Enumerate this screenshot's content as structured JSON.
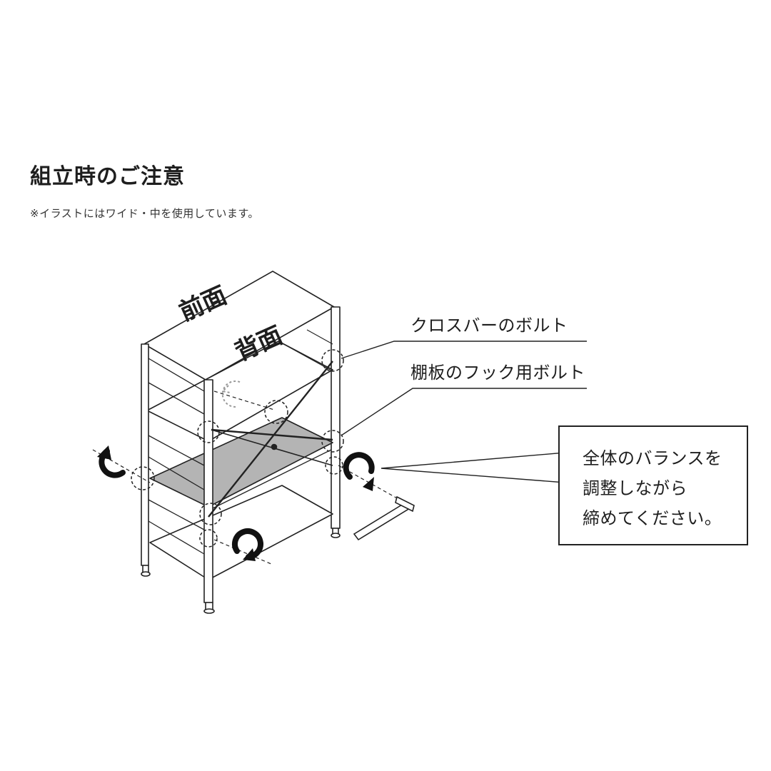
{
  "title": "組立時のご注意",
  "note": "※イラストにはワイド・中を使用しています。",
  "face_labels": {
    "front": "前面",
    "back": "背面"
  },
  "callouts": {
    "crossbar_bolt": "クロスバーのボルト",
    "shelf_hook_bolt": "棚板のフック用ボルト"
  },
  "instruction_box": {
    "lines": [
      "全体のバランスを",
      "調整しながら",
      "締めてください。"
    ]
  },
  "colors": {
    "line": "#222222",
    "highlight_shelf": "#b4b4b4"
  },
  "icons": [
    "rotate-arrow-icon",
    "hex-key-icon"
  ]
}
